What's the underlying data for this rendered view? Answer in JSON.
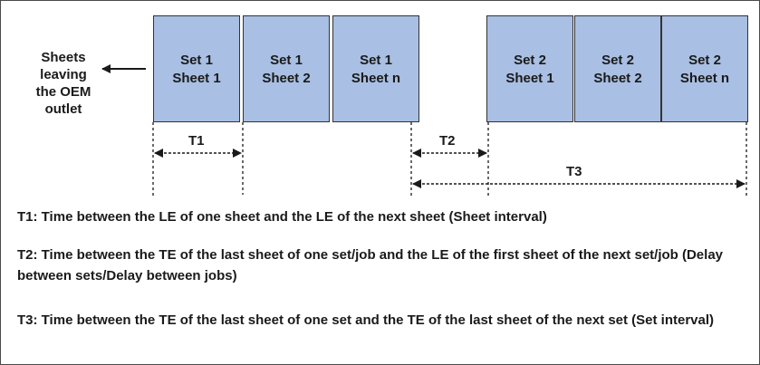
{
  "left_label": [
    "Sheets",
    "leaving",
    "the OEM",
    "outlet"
  ],
  "sheets": [
    {
      "line1": "Set 1",
      "line2": "Sheet 1"
    },
    {
      "line1": "Set 1",
      "line2": "Sheet 2"
    },
    {
      "line1": "Set 1",
      "line2": "Sheet n"
    },
    {
      "line1": "Set 2",
      "line2": "Sheet 1"
    },
    {
      "line1": "Set 2",
      "line2": "Sheet 2"
    },
    {
      "line1": "Set 2",
      "line2": "Sheet n"
    }
  ],
  "intervals": {
    "t1": "T1",
    "t2": "T2",
    "t3": "T3"
  },
  "definitions": {
    "t1": "T1: Time between the LE of one sheet and the LE of the next sheet (Sheet interval)",
    "t2": "T2: Time between the TE of the last sheet of one set/job and the LE of the first sheet of the next set/job (Delay between sets/Delay between jobs)",
    "t3": "T3: Time between the TE of the last sheet of one set and the TE of the last sheet of the next set (Set interval)"
  },
  "colors": {
    "sheet_fill": "#a9bfe3",
    "line": "#1a1a1a"
  }
}
